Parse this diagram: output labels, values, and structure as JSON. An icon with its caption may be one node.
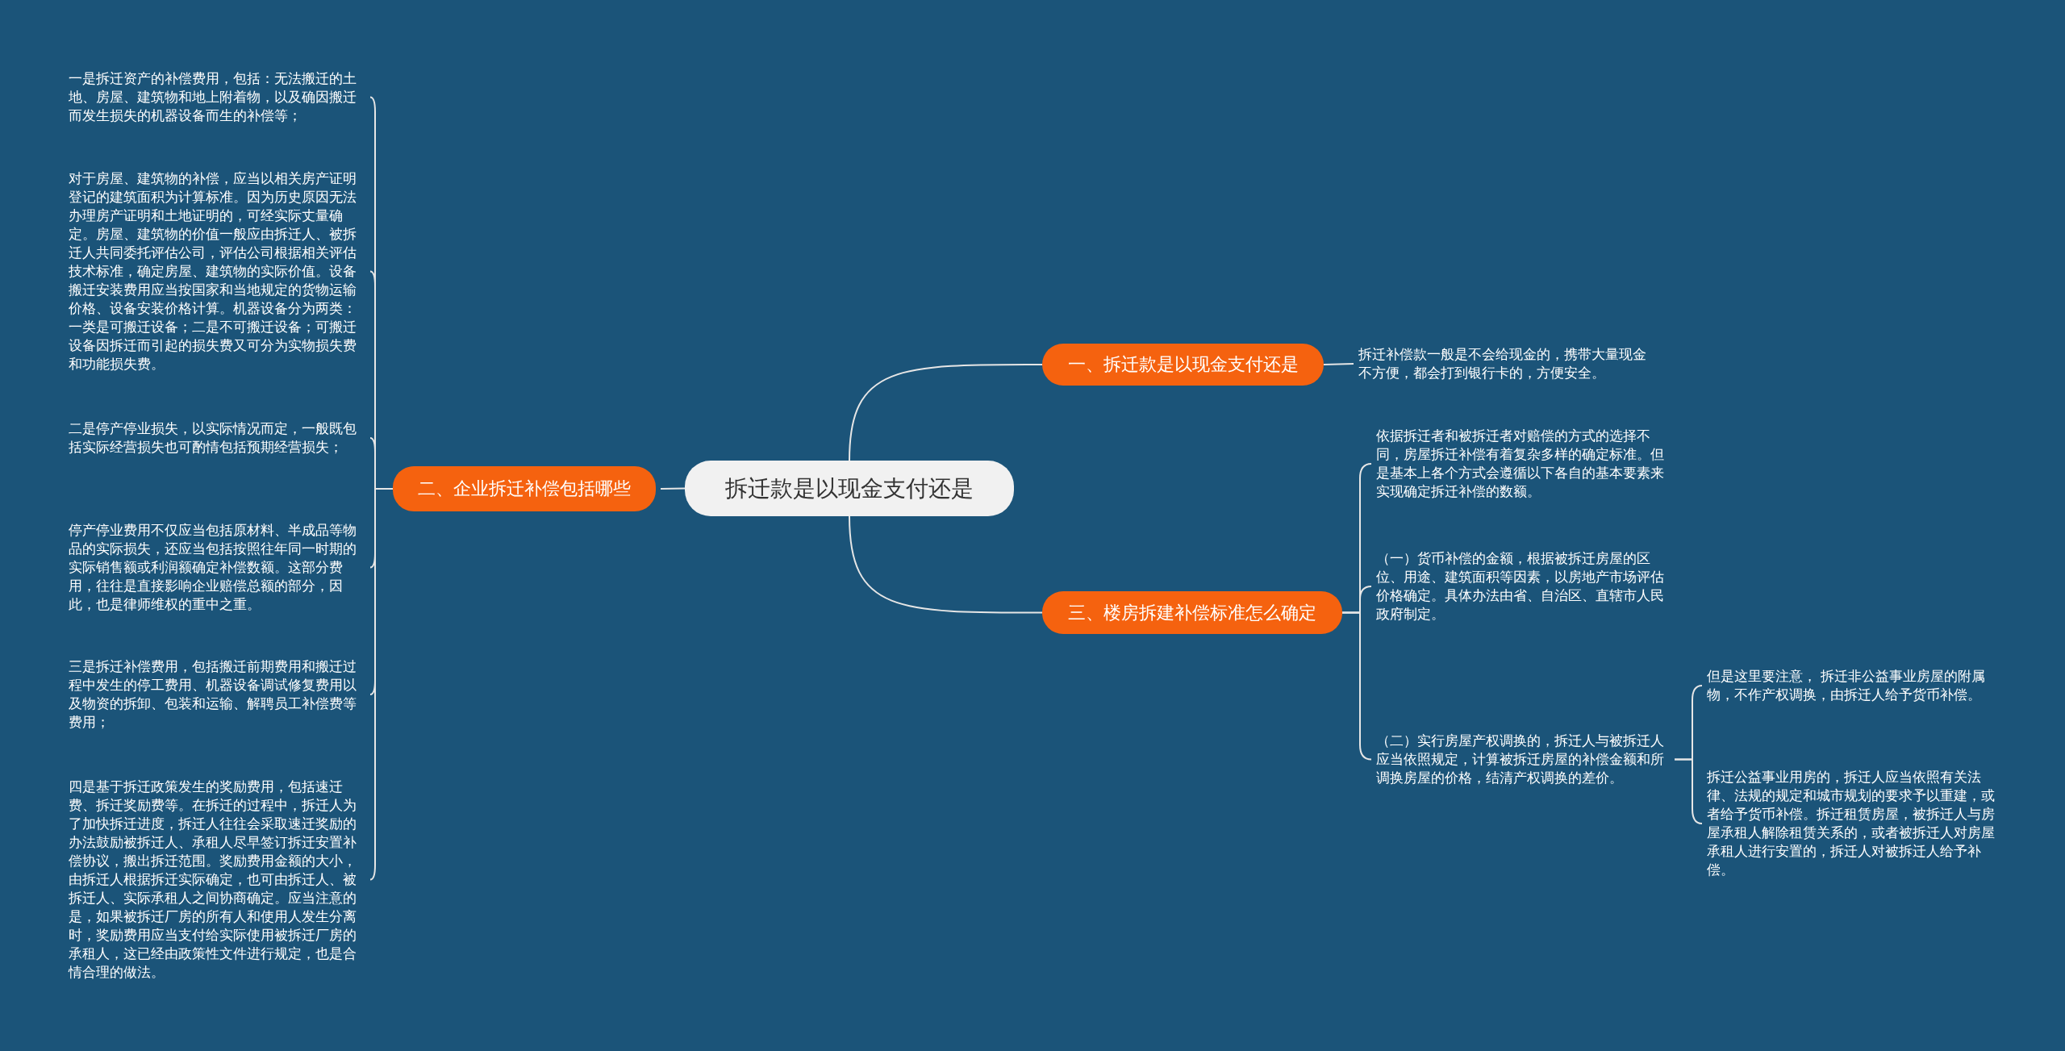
{
  "diagram": {
    "nodes": [
      {
        "text": [
          "拆迁款是以现金支付还是"
        ]
      },
      {
        "text": [
          "一、拆迁款是以现金支付还是"
        ]
      },
      {
        "text": [
          "拆迁补偿款一般是不会给现金的，携带大量现金不方便，都会打到银行卡的，方便安全。"
        ]
      },
      {
        "text": [
          "二、企业拆迁补偿包括哪些"
        ]
      },
      {
        "text": [
          "一是拆迁资产的补偿费用，包括：无法搬迁的土地、房屋、建筑物和地上附着物，以及确因搬迁而发生损失的机器设备而生的补偿等；"
        ]
      },
      {
        "text": [
          "对于房屋、建筑物的补偿，应当以相关房产证明登记的建筑面积为计算标准。因为历史原因无法办理房产证明和土地证明的，可经实际丈量确定。房屋、建筑物的价值一般应由拆迁人、被拆迁人共同委托评估公司，评估公司根据相关评估技术标准，确定房屋、建筑物的实际价值。设备搬迁安装费用应当按国家和当地规定的货物运输价格、设备安装价格计算。机器设备分为两类：一类是可搬迁设备；二是不可搬迁设备；可搬迁设备因拆迁而引起的损失费又可分为实物损失费和功能损失费。"
        ]
      },
      {
        "text": [
          "二是停产停业损失，以实际情况而定，一般既包括实际经营损失也可酌情包括预期经营损失；"
        ]
      },
      {
        "text": [
          "停产停业费用不仅应当包括原材料、半成品等物品的实际损失，还应当包括按照往年同一时期的实际销售额或利润额确定补偿数额。这部分费用，往往是直接影响企业赔偿总额的部分，因此，也是律师维权的重中之重。"
        ]
      },
      {
        "text": [
          "三是拆迁补偿费用，包括搬迁前期费用和搬迁过程中发生的停工费用、机器设备调试修复费用以及物资的拆卸、包装和运输、解聘员工补偿费等费用；"
        ]
      },
      {
        "text": [
          "四是基于拆迁政策发生的奖励费用，包括速迁费、拆迁奖励费等。在拆迁的过程中，拆迁人为了加快拆迁进度，拆迁人往往会采取速迁奖励的办法鼓励被拆迁人、承租人尽早签订拆迁安置补偿协议，搬出拆迁范围。奖励费用金额的大小，由拆迁人根据拆迁实际确定，也可由拆迁人、被拆迁人、实际承租人之间协商确定。应当注意的是，如果被拆迁厂房的所有人和使用人发生分离时，奖励费用应当支付给实际使用被拆迁厂房的承租人，这已经由政策性文件进行规定，也是合情合理的做法。"
        ]
      },
      {
        "text": [
          "三、楼房拆建补偿标准怎么确定"
        ]
      },
      {
        "text": [
          "依据拆迁者和被拆迁者对赔偿的方式的选择不同，房屋拆迁补偿有着复杂多样的确定标准。但是基本上各个方式会遵循以下各自的基本要素来实现确定拆迁补偿的数额。"
        ]
      },
      {
        "text": [
          "（一）货币补偿的金额，根据被拆迁房屋的区位、用途、建筑面积等因素，以房地产市场评估价格确定。具体办法由省、自治区、直辖市人民政府制定。"
        ]
      },
      {
        "text": [
          "（二）实行房屋产权调换的，拆迁人与被拆迁人应当依照规定，计算被拆迁房屋的补偿金额和所调换房屋的价格，结清产权调换的差价。"
        ]
      },
      {
        "text": [
          "但是这里要注意， 拆迁非公益事业房屋的附属物，不作产权调换，由拆迁人给予货币补偿。"
        ]
      },
      {
        "text": [
          "拆迁公益事业用房的，拆迁人应当依照有关法律、法规的规定和城市规划的要求予以重建，或者给予货币补偿。拆迁租赁房屋，被拆迁人与房屋承租人解除租赁关系的，或者被拆迁人对房屋承租人进行安置的，拆迁人对被拆迁人给予补偿。"
        ]
      }
    ],
    "edges": [
      {
        "from": 0,
        "to": 1,
        "arrow": "none"
      },
      {
        "from": 1,
        "to": 2,
        "arrow": "none"
      },
      {
        "from": 0,
        "to": 3,
        "arrow": "none"
      },
      {
        "from": 3,
        "to": 4,
        "arrow": "none"
      },
      {
        "from": 3,
        "to": 5,
        "arrow": "none"
      },
      {
        "from": 3,
        "to": 6,
        "arrow": "none"
      },
      {
        "from": 3,
        "to": 7,
        "arrow": "none"
      },
      {
        "from": 3,
        "to": 8,
        "arrow": "none"
      },
      {
        "from": 3,
        "to": 9,
        "arrow": "none"
      },
      {
        "from": 0,
        "to": 10,
        "arrow": "none"
      },
      {
        "from": 10,
        "to": 11,
        "arrow": "none"
      },
      {
        "from": 10,
        "to": 12,
        "arrow": "none"
      },
      {
        "from": 10,
        "to": 13,
        "arrow": "none"
      },
      {
        "from": 13,
        "to": 14,
        "arrow": "none"
      },
      {
        "from": 13,
        "to": 15,
        "arrow": "none"
      }
    ]
  }
}
